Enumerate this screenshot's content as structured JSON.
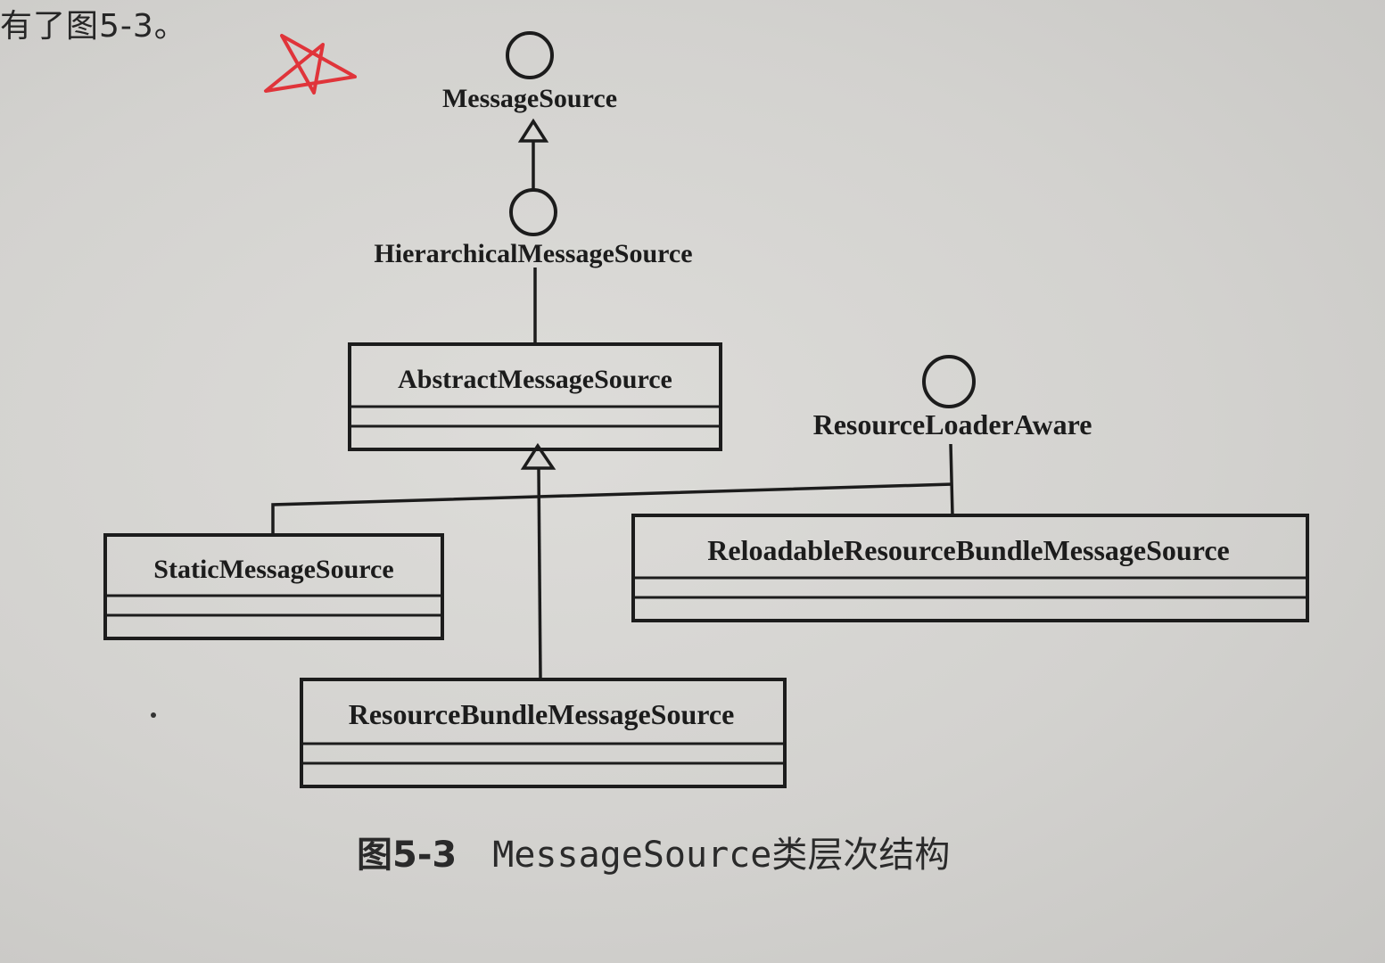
{
  "intro_text": "有了图5-3。",
  "nodes": {
    "message_source": "MessageSource",
    "hierarchical_message_source": "HierarchicalMessageSource",
    "abstract_message_source": "AbstractMessageSource",
    "resource_loader_aware": "ResourceLoaderAware",
    "static_message_source": "StaticMessageSource",
    "reloadable_resource_bundle_message_source": "ReloadableResourceBundleMessageSource",
    "resource_bundle_message_source": "ResourceBundleMessageSource"
  },
  "caption": {
    "figure_number": "图5-3",
    "title": "MessageSource类层次结构"
  },
  "colors": {
    "ink": "#1c1c1c",
    "annotation_red": "#e0343a"
  }
}
